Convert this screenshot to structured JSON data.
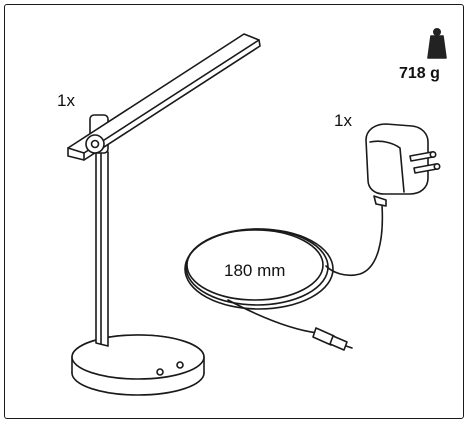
{
  "weight": {
    "value": "718 g",
    "icon": "weight-icon"
  },
  "lamp": {
    "quantity": "1x"
  },
  "adapter": {
    "quantity": "1x"
  },
  "cable": {
    "length": "180 mm"
  },
  "colors": {
    "line": "#1a1a1a",
    "fill": "#ffffff",
    "dark_fill": "#222222"
  }
}
